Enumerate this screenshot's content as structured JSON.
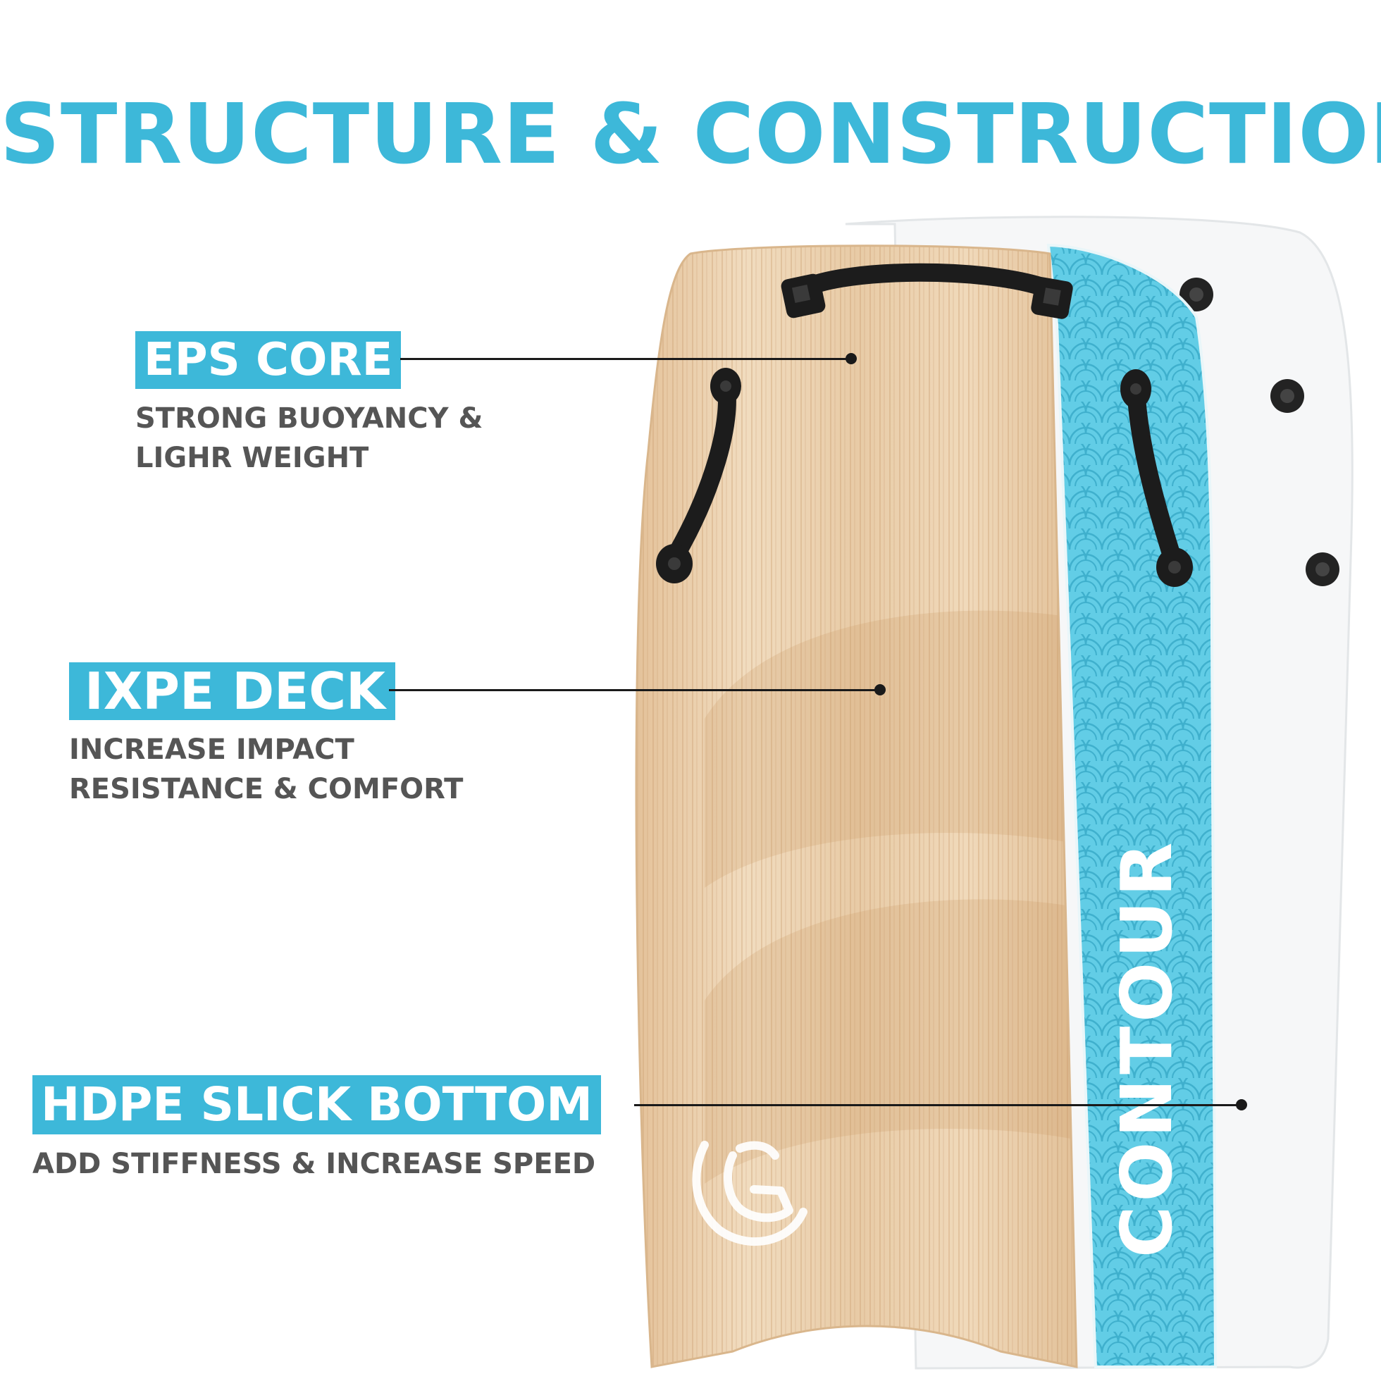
{
  "title": "STRUCTURE & CONSTRUCTION",
  "colors": {
    "accent": "#3db8d9",
    "text_gray": "#555555",
    "wood_light": "#ecd3b0",
    "wood_dark": "#cfa278",
    "stripe": "#5ccbe4",
    "bottom": "#f5f6f7",
    "handle": "#1c1c1c"
  },
  "callouts": [
    {
      "label": "EPS CORE",
      "lines": [
        "STRONG BUOYANCY &",
        "LIGHR WEIGHT"
      ]
    },
    {
      "label": "IXPE DECK",
      "lines": [
        "INCREASE IMPACT",
        "RESISTANCE & COMFORT"
      ]
    },
    {
      "label": "HDPE SLICK BOTTOM",
      "lines": [
        "ADD STIFFNESS & INCREASE SPEED"
      ]
    }
  ],
  "brand": {
    "wordmark": "CONTOUR",
    "logo_icon": "contour-logo-icon"
  }
}
